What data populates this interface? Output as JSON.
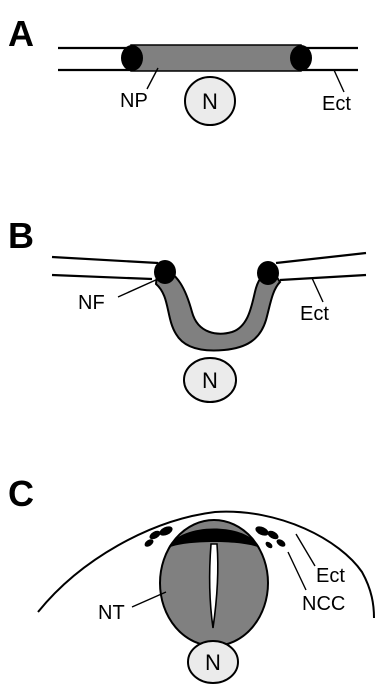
{
  "panels": [
    {
      "letter": "A",
      "labels": {
        "plate": "NP",
        "notochord": "N",
        "ectoderm": "Ect"
      }
    },
    {
      "letter": "B",
      "labels": {
        "fold": "NF",
        "notochord": "N",
        "ectoderm": "Ect"
      }
    },
    {
      "letter": "C",
      "labels": {
        "tube": "NT",
        "notochord": "N",
        "ectoderm": "Ect",
        "crest": "NCC"
      }
    }
  ],
  "colors": {
    "tissue": "#808080",
    "line": "#000000",
    "notochord_fill": "#ebebeb",
    "background": "#ffffff"
  }
}
